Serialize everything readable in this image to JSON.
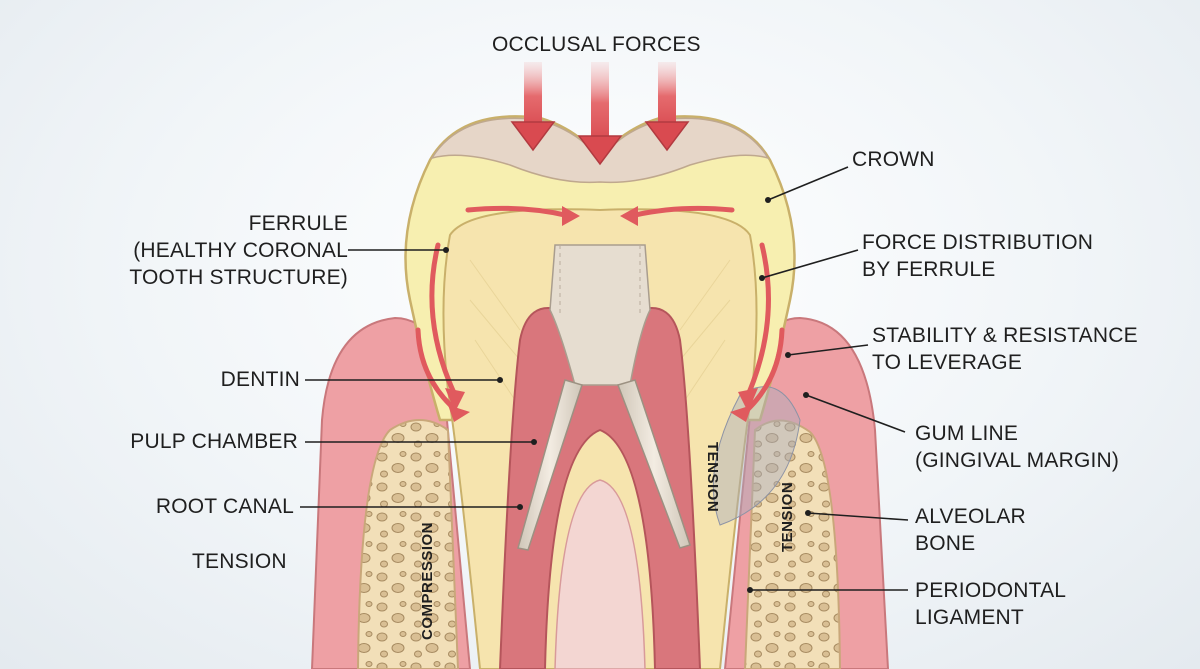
{
  "labels": {
    "occlusal_forces": "OCCLUSAL FORCES",
    "crown": "CROWN",
    "ferrule_line1": "FERRULE",
    "ferrule_line2": "(HEALTHY CORONAL",
    "ferrule_line3": "TOOTH STRUCTURE)",
    "force_distribution_line1": "FORCE DISTRIBUTION",
    "force_distribution_line2": "BY FERRULE",
    "stability_line1": "STABILITY & RESISTANCE",
    "stability_line2": "TO LEVERAGE",
    "dentin": "DENTIN",
    "gum_line_line1": "GUM LINE",
    "gum_line_line2": "(GINGIVAL MARGIN)",
    "pulp_chamber": "PULP CHAMBER",
    "root_canal": "ROOT CANAL",
    "alveolar_bone_line1": "ALVEOLAR",
    "alveolar_bone_line2": "BONE",
    "tension_left": "TENSION",
    "periodontal_line1": "PERIODONTAL",
    "periodontal_line2": "LIGAMENT",
    "compression_vertical": "COMPRESSION",
    "tension_vertical_inner": "TENSION",
    "tension_vertical_outer": "TENSION"
  },
  "colors": {
    "gum": "#eea0a4",
    "enamel": "#f7efb0",
    "dentin": "#f6e4ae",
    "bone": "#f2dfb8",
    "pulp": "#d9767c",
    "post": "#e6ddd0",
    "force_arrow": "#e05a5e"
  }
}
